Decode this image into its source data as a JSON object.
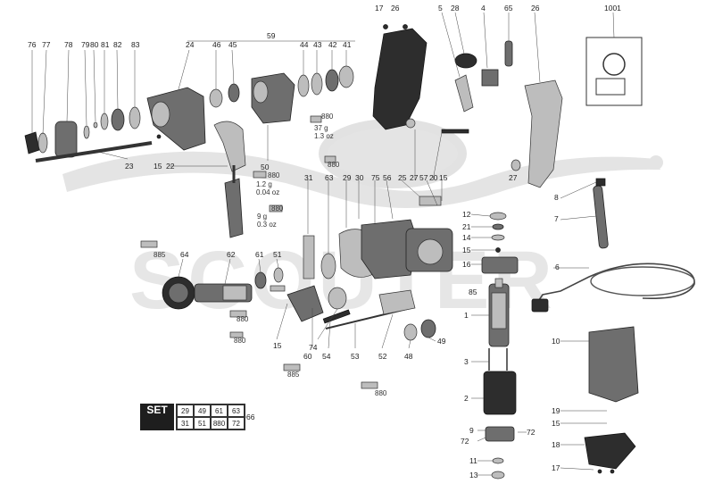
{
  "watermark": {
    "text": "SCOUTER"
  },
  "weights": [
    {
      "id": "w37",
      "line1": "37 g",
      "line2": "1.3 oz",
      "code": "880"
    },
    {
      "id": "w12",
      "line1": "1.2 g",
      "line2": "0.04 oz",
      "code": "880"
    },
    {
      "id": "w9",
      "line1": "9 g",
      "line2": "0.3 oz",
      "code": "880"
    }
  ],
  "labels": {
    "p76": "76",
    "p77": "77",
    "p78": "78",
    "p79": "79",
    "p80": "80",
    "p81": "81",
    "p82": "82",
    "p83": "83",
    "p24": "24",
    "p46": "46",
    "p45": "45",
    "p59": "59",
    "p44": "44",
    "p43": "43",
    "p42": "42",
    "p41": "41",
    "p17a": "17",
    "p26a": "26",
    "p5": "5",
    "p28": "28",
    "p4": "4",
    "p65": "65",
    "p26b": "26",
    "p1001": "1001",
    "p23": "23",
    "p15a": "15",
    "p22": "22",
    "p50": "50",
    "p880a": "880",
    "p880b": "880",
    "p31": "31",
    "p63": "63",
    "p29": "29",
    "p30": "30",
    "p75": "75",
    "p56": "56",
    "p25": "25",
    "p27a": "27",
    "p57": "57",
    "p20": "20",
    "p15b": "15",
    "p27b": "27",
    "p8": "8",
    "p7": "7",
    "p12": "12",
    "p21": "21",
    "p14": "14",
    "p15c": "15",
    "p16": "16",
    "p6": "6",
    "p885a": "885",
    "p64": "64",
    "p62": "62",
    "p61": "61",
    "p51": "51",
    "p85": "85",
    "p1": "1",
    "p880c": "880",
    "p880d": "880",
    "p15d": "15",
    "p74": "74",
    "p60": "60",
    "p54": "54",
    "p53": "53",
    "p52": "52",
    "p48": "48",
    "p49": "49",
    "p885b": "885",
    "p880e": "880",
    "p10": "10",
    "p3": "3",
    "p2": "2",
    "p19": "19",
    "p15e": "15",
    "p9": "9",
    "p72a": "72",
    "p72b": "72",
    "p18": "18",
    "p17b": "17",
    "p11": "11",
    "p13": "13",
    "p66": "66"
  },
  "set_table": {
    "badge": "SET",
    "row1": [
      "29",
      "49",
      "61",
      "63"
    ],
    "row2": [
      "31",
      "51",
      "880",
      "72"
    ]
  }
}
